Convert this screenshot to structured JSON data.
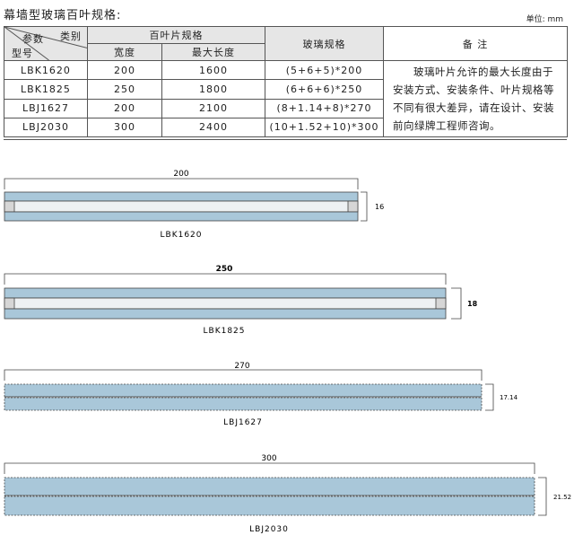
{
  "page": {
    "title": "幕墙型玻璃百叶规格:",
    "unit": "单位: mm"
  },
  "table": {
    "corner_top": "类别",
    "corner_mid": "参数",
    "corner_bottom": "型号",
    "group_header": "百叶片规格",
    "col_width": "宽度",
    "col_maxlen": "最大长度",
    "col_glass": "玻璃规格",
    "col_notes": "备 注",
    "notes_text": "玻璃叶片允许的最大长度由于安装方式、安装条件、叶片规格等不同有很大差异，请在设计、安装前向绿牌工程师咨询。",
    "rows": [
      {
        "model": "LBK1620",
        "width": "200",
        "maxlen": "1600",
        "glass": "(5+6+5)*200"
      },
      {
        "model": "LBK1825",
        "width": "250",
        "maxlen": "1800",
        "glass": "(6+6+6)*250"
      },
      {
        "model": "LBJ1627",
        "width": "200",
        "maxlen": "2100",
        "glass": "(8+1.14+8)*270"
      },
      {
        "model": "LBJ2030",
        "width": "300",
        "maxlen": "2400",
        "glass": "(10+1.52+10)*300"
      }
    ]
  },
  "sections": [
    {
      "width_label": "200",
      "thickness_label": "16",
      "model_label": "LBK1620"
    },
    {
      "width_label": "250",
      "thickness_label": "18",
      "model_label": "LBK1825"
    },
    {
      "width_label": "270",
      "thickness_label": "17.14",
      "model_label": "LBJ1627"
    },
    {
      "width_label": "300",
      "thickness_label": "21.52",
      "model_label": "LBJ2030"
    }
  ],
  "colors": {
    "glass": "#a9c7d9",
    "interlayer": "#eef1f3",
    "frame": "#444444"
  }
}
